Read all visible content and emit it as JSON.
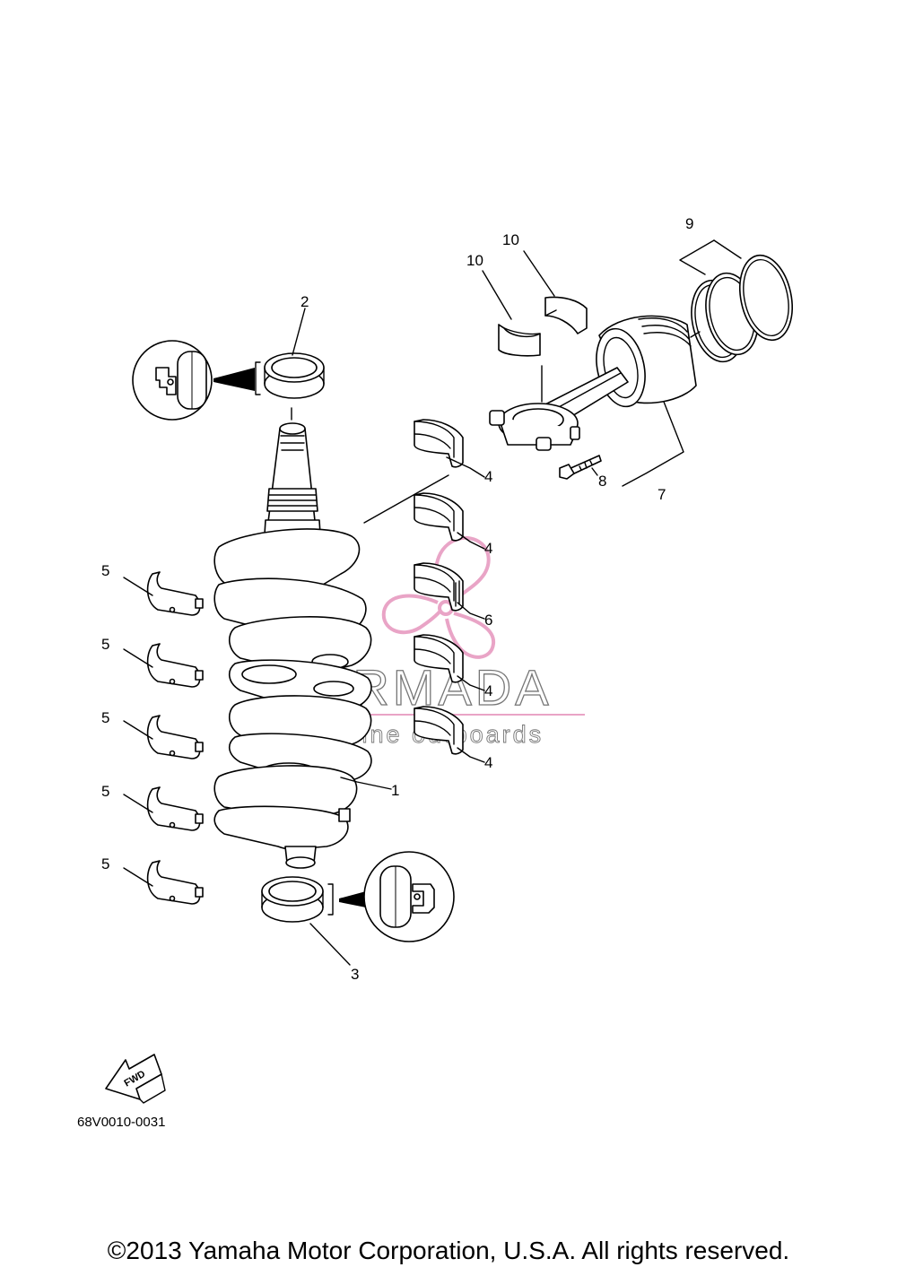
{
  "callouts": [
    {
      "label": "1"
    },
    {
      "label": "2"
    },
    {
      "label": "3"
    },
    {
      "label": "4"
    },
    {
      "label": "4"
    },
    {
      "label": "4"
    },
    {
      "label": "4"
    },
    {
      "label": "5"
    },
    {
      "label": "5"
    },
    {
      "label": "5"
    },
    {
      "label": "5"
    },
    {
      "label": "5"
    },
    {
      "label": "6"
    },
    {
      "label": "7"
    },
    {
      "label": "8"
    },
    {
      "label": "9"
    },
    {
      "label": "10"
    },
    {
      "label": "10"
    }
  ],
  "watermark": {
    "brand": "ARMADA",
    "tagline": "marine outboards",
    "color": "#e8a0c4"
  },
  "direction_label": "FWD",
  "drawing_code": "68V0010-0031",
  "copyright": "©2013 Yamaha Motor Corporation, U.S.A. All rights reserved."
}
